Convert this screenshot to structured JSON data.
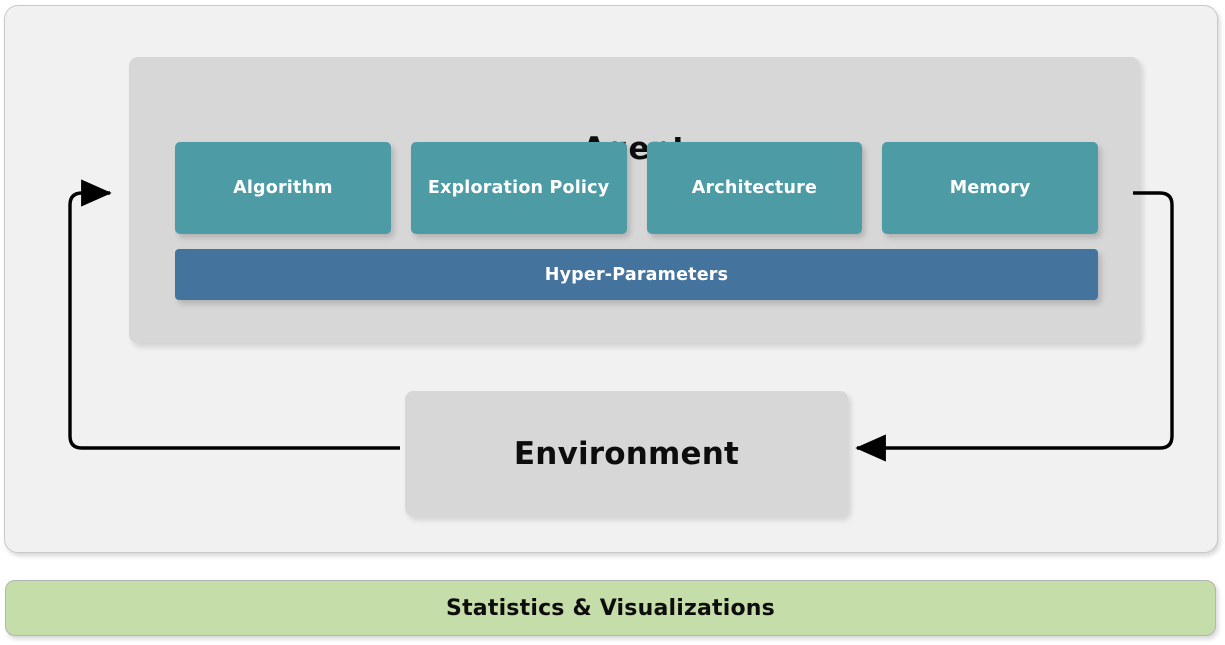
{
  "diagram": {
    "title_hidden": "",
    "system": {
      "label": "system-container",
      "background": "#f1f1f1",
      "border_color": "#c9c9c9"
    },
    "agent": {
      "title": "Agent",
      "background": "#d7d7d7",
      "components": [
        {
          "label": "Algorithm",
          "color": "#4d9ba5"
        },
        {
          "label": "Exploration Policy",
          "color": "#4d9ba5"
        },
        {
          "label": "Architecture",
          "color": "#4d9ba5"
        },
        {
          "label": "Memory",
          "color": "#4d9ba5"
        }
      ],
      "hyper_parameters": {
        "label": "Hyper-Parameters",
        "color": "#44739e"
      }
    },
    "environment": {
      "label": "Environment",
      "background": "#d7d7d7"
    },
    "arrows": {
      "agent_to_environment": {
        "name": "arrow-agent-to-environment",
        "direction": "right-side-down-then-left-into-environment",
        "color": "#000000"
      },
      "environment_to_agent": {
        "name": "arrow-environment-to-agent",
        "direction": "left-side-up-then-right-into-agent",
        "color": "#000000"
      }
    },
    "statistics": {
      "label": "Statistics & Visualizations",
      "color": "#c5dda9"
    }
  }
}
